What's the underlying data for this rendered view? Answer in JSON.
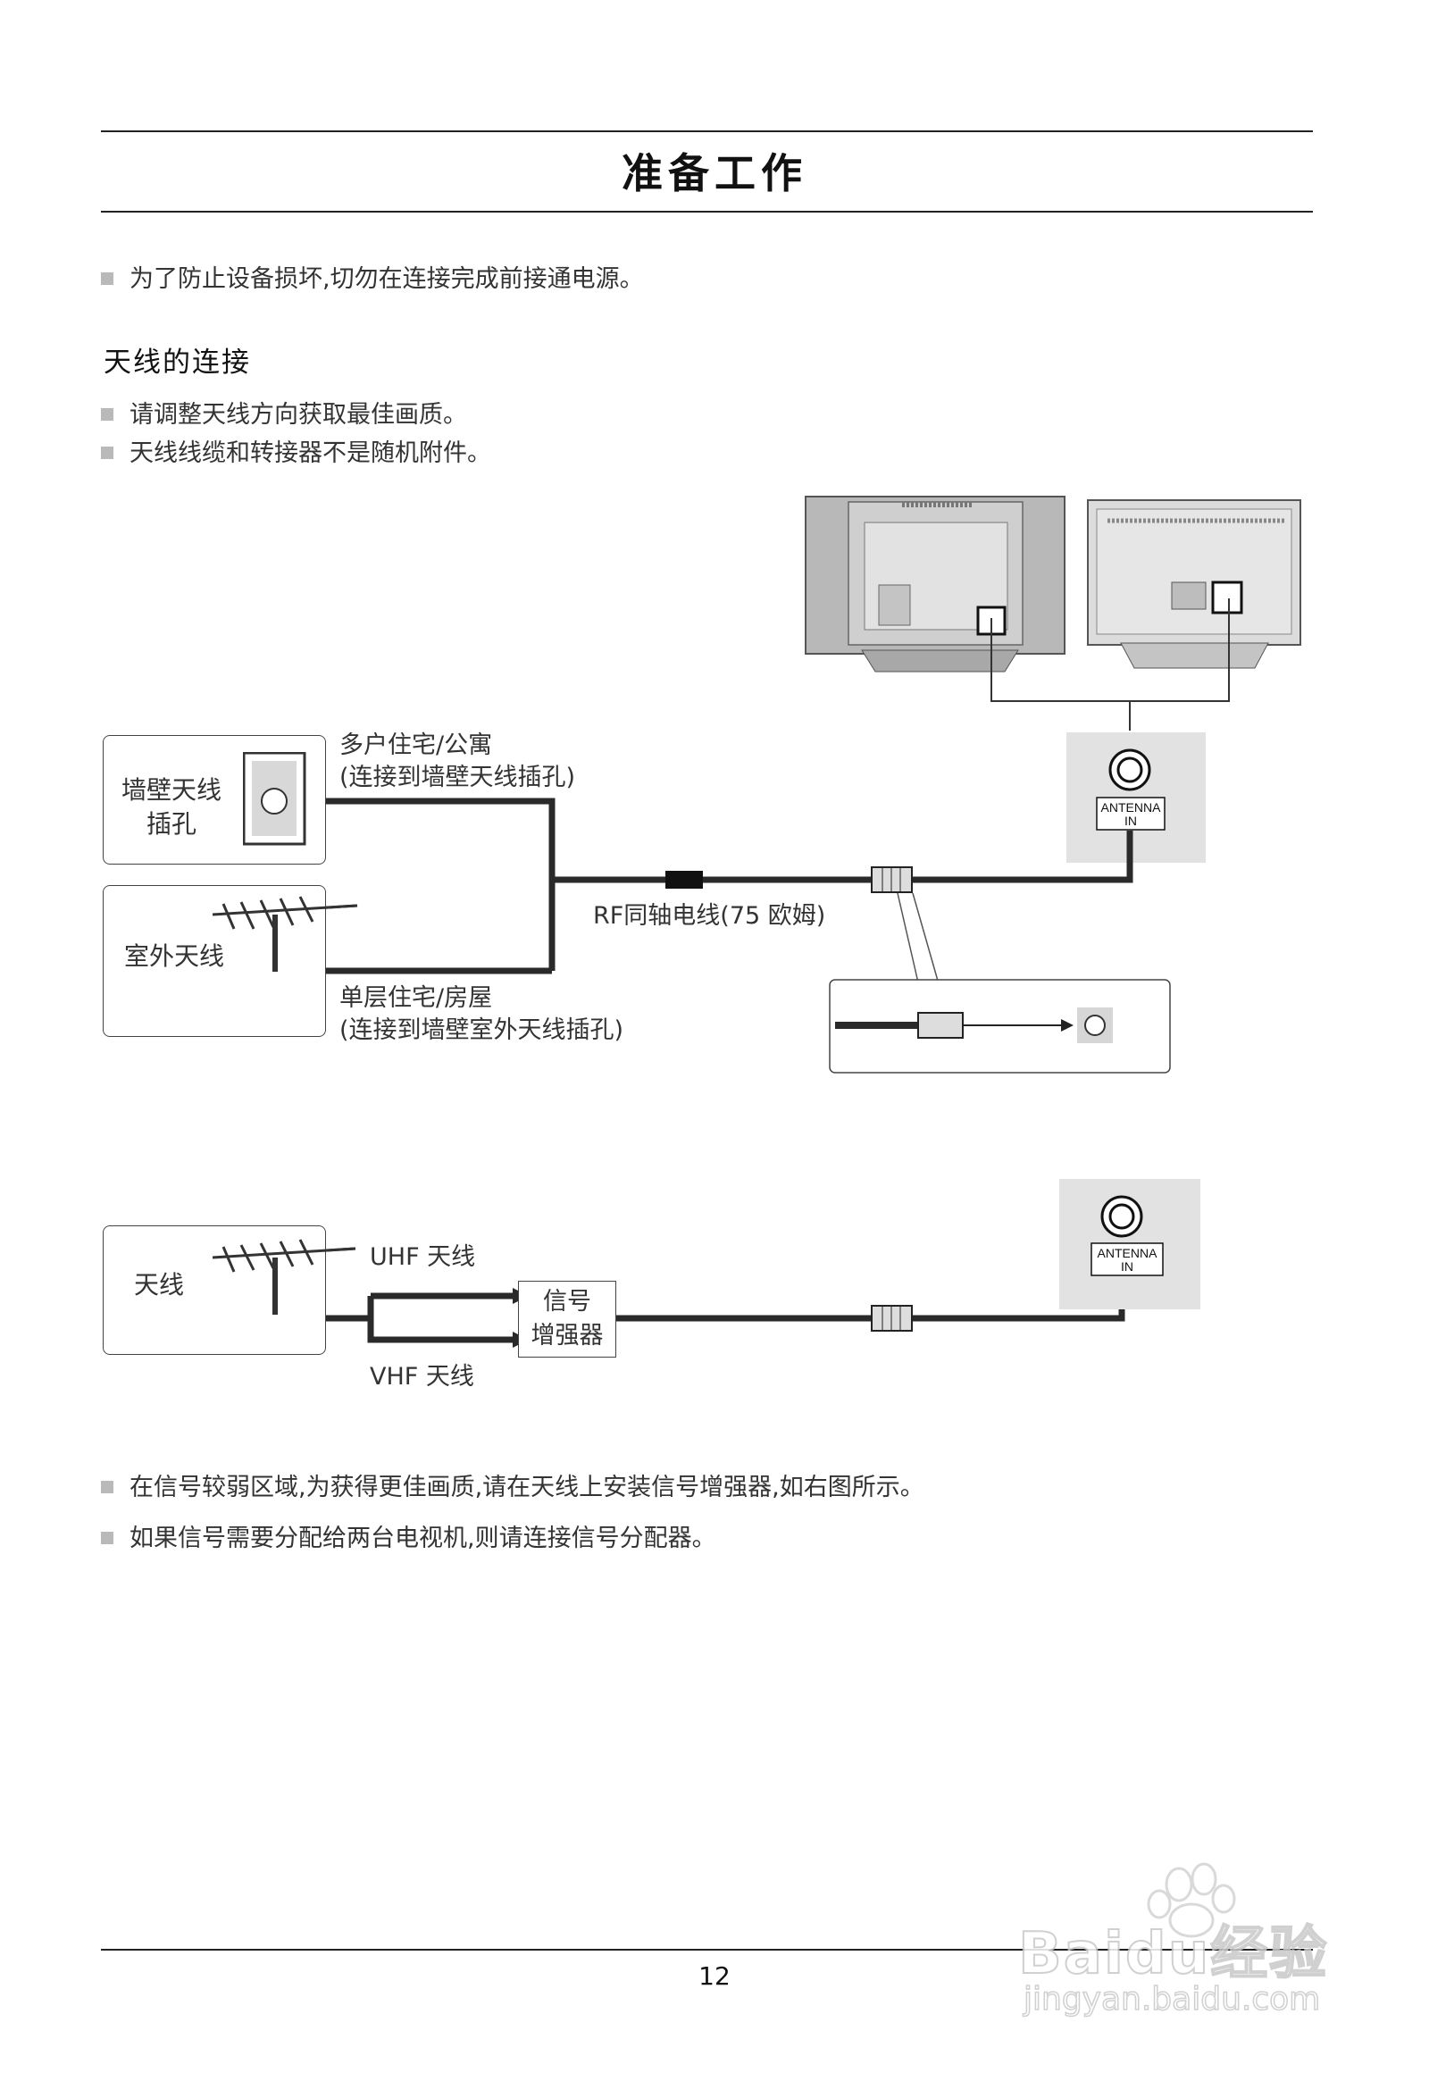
{
  "page": {
    "title": "准备工作",
    "page_number": "12"
  },
  "intro": {
    "bullet": "为了防止设备损坏,切勿在连接完成前接通电源。"
  },
  "section": {
    "heading": "天线的连接",
    "bullets": [
      "请调整天线方向获取最佳画质。",
      "天线线缆和转接器不是随机附件。"
    ]
  },
  "diagram1": {
    "wall_jack_box": {
      "line1": "墙壁天线",
      "line2": "插孔"
    },
    "multi_unit_label": {
      "line1": "多户住宅/公寓",
      "line2": "(连接到墙壁天线插孔)"
    },
    "outdoor_box": "室外天线",
    "single_unit_label": {
      "line1": "单层住宅/房屋",
      "line2": "(连接到墙壁室外天线插孔)"
    },
    "cable_label": "RF同轴电线(75 欧姆)",
    "antenna_port_label": {
      "line1": "ANTENNA",
      "line2": "IN"
    }
  },
  "diagram2": {
    "antenna_box": "天线",
    "uhf_label": "UHF 天线",
    "vhf_label": "VHF 天线",
    "booster_box": {
      "line1": "信号",
      "line2": "增强器"
    },
    "antenna_port_label": {
      "line1": "ANTENNA",
      "line2": "IN"
    }
  },
  "footer_bullets": [
    "在信号较弱区域,为获得更佳画质,请在天线上安装信号增强器,如右图所示。",
    "如果信号需要分配给两台电视机,则请连接信号分配器。"
  ],
  "watermark": {
    "brand": "Baidu经验",
    "url": "jingyan.baidu.com"
  }
}
